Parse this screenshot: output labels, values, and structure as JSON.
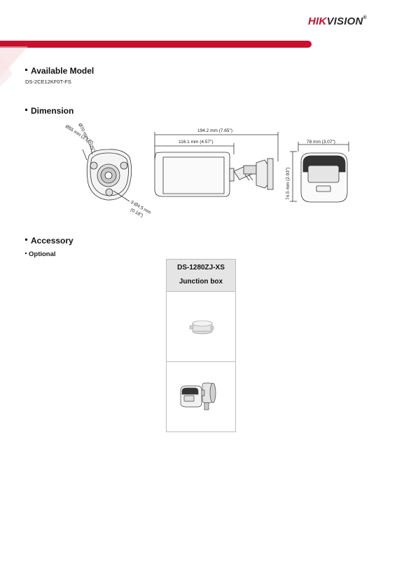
{
  "brand": {
    "logo_text_red": "HIK",
    "logo_text_dark": "VISION",
    "logo_mark": "®",
    "accent": "#c8102e"
  },
  "available_model": {
    "title": "Available Model",
    "model_code": "DS-2CE12KF0T-FS"
  },
  "dimension": {
    "title": "Dimension",
    "labels": {
      "outer_diameter": "Ø70 mm (2.75\")",
      "inner_diameter": "Ø55 mm (2.17\")",
      "screw_holes_line1": "3-Ø4.5 mm",
      "screw_holes_line2": "(0.18\")",
      "total_length": "194.2 mm (7.65\")",
      "body_length": "116.1 mm (4.57\")",
      "width": "78 mm (3.07\")",
      "height": "74.5 mm (2.93\")"
    }
  },
  "accessory": {
    "title": "Accessory",
    "optional_label": "Optional",
    "items": [
      {
        "model": "DS-1280ZJ-XS",
        "name": "Junction box",
        "image_icon": "junction-box-icon",
        "mounted_icon": "camera-on-junction-box-icon"
      }
    ]
  }
}
